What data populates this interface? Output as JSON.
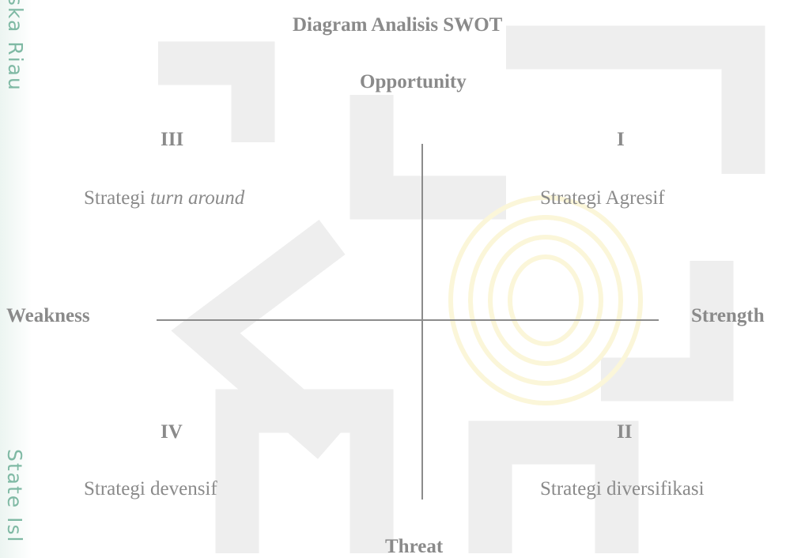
{
  "diagram": {
    "title": "Diagram Analisis SWOT",
    "axes": {
      "top": "Opportunity",
      "bottom": "Threat",
      "left": "Weakness",
      "right": "Strength"
    },
    "quadrants": {
      "q1": {
        "numeral": "I",
        "strategy": "Strategi Agresif"
      },
      "q2": {
        "numeral": "II",
        "strategy": "Strategi diversifikasi"
      },
      "q3": {
        "numeral": "III",
        "strategy_prefix": "Strategi ",
        "strategy_italic": "turn around"
      },
      "q4": {
        "numeral": "IV",
        "strategy": "Strategi devensif"
      }
    }
  },
  "watermark": {
    "side_top": "ska Riau",
    "side_bottom": "State Isl"
  },
  "colors": {
    "text": "#8a8a8a",
    "axis": "#8c8c8c",
    "side_text": "#7fb9a4"
  }
}
